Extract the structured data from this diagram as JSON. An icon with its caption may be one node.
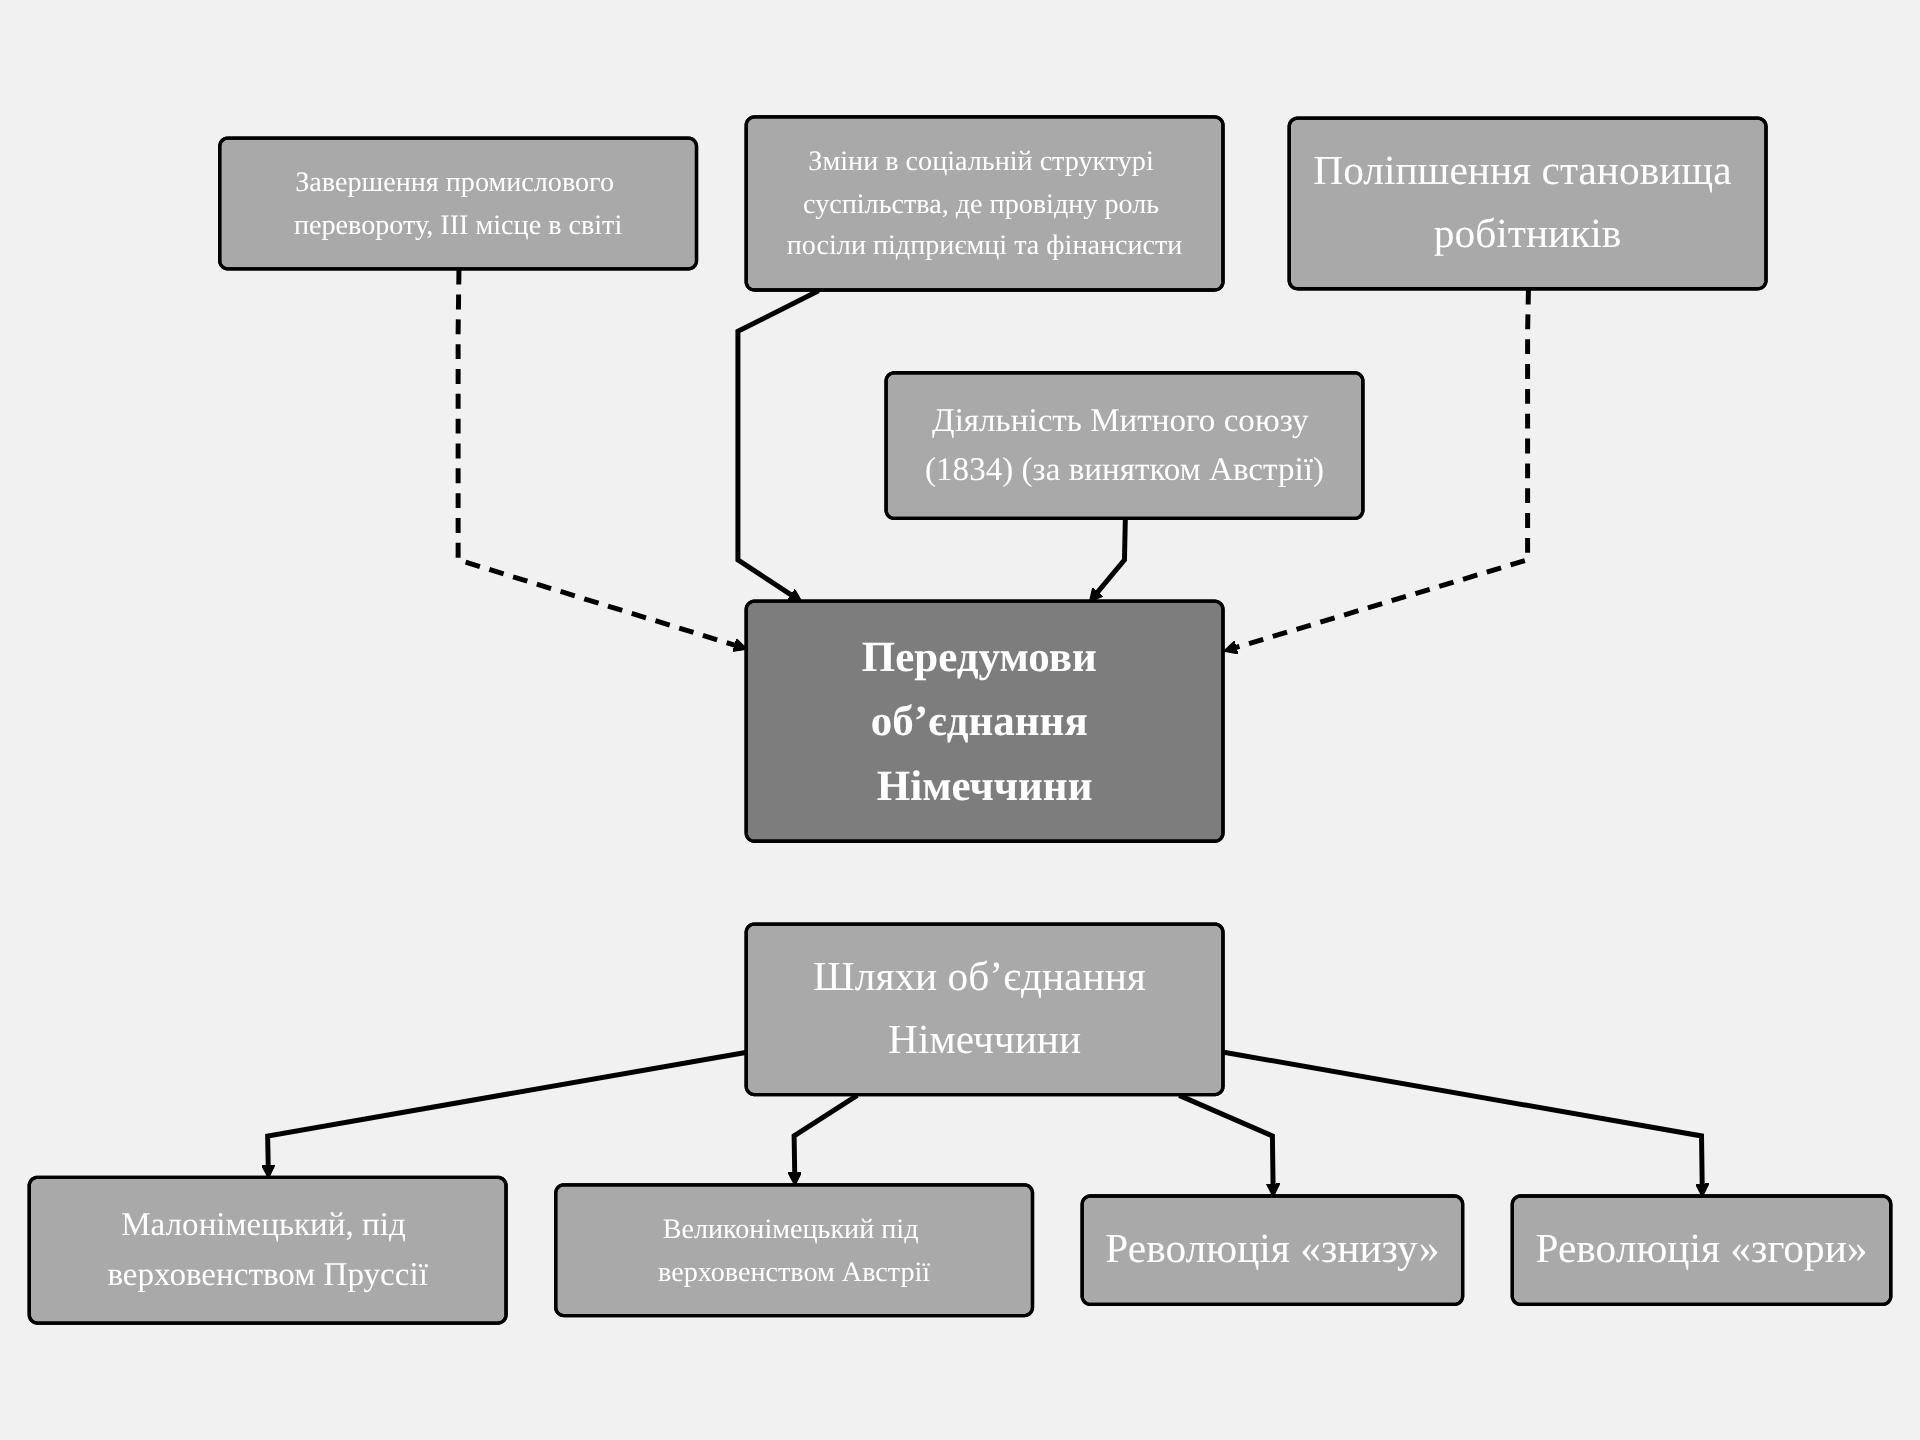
{
  "diagram": {
    "nodes": [
      {
        "text": [
          "Завершення промислового перевороту, ІІІ місце в світі"
        ]
      },
      {
        "text": [
          "Зміни в соціальній структурі суспільства, де провідну роль посіли підприємці та фінансисти"
        ]
      },
      {
        "text": [
          "Поліпшення становища робітників"
        ]
      },
      {
        "text": [
          "Діяльність Митного союзу (1834) (за винятком Австрії)"
        ]
      },
      {
        "text": [
          "Передумови об’єднання Німеччини"
        ]
      },
      {
        "text": [
          "Шляхи об’єднання Німеччини"
        ]
      },
      {
        "text": [
          "Малонімецький, під верховенством Пруссії"
        ]
      },
      {
        "text": [
          "Великонімецький під верховенством Австрії"
        ]
      },
      {
        "text": [
          "Революція «знизу»"
        ]
      },
      {
        "text": [
          "Революція «згори»"
        ]
      }
    ],
    "edges": [
      {
        "from": 0,
        "to": 4,
        "arrow": "to",
        "style": "dashed"
      },
      {
        "from": 1,
        "to": 4,
        "arrow": "to"
      },
      {
        "from": 3,
        "to": 4,
        "arrow": "to"
      },
      {
        "from": 2,
        "to": 4,
        "arrow": "to",
        "style": "dashed"
      },
      {
        "from": 5,
        "to": 6,
        "arrow": "to"
      },
      {
        "from": 5,
        "to": 7,
        "arrow": "to"
      },
      {
        "from": 5,
        "to": 8,
        "arrow": "to"
      },
      {
        "from": 5,
        "to": 9,
        "arrow": "to"
      }
    ]
  }
}
